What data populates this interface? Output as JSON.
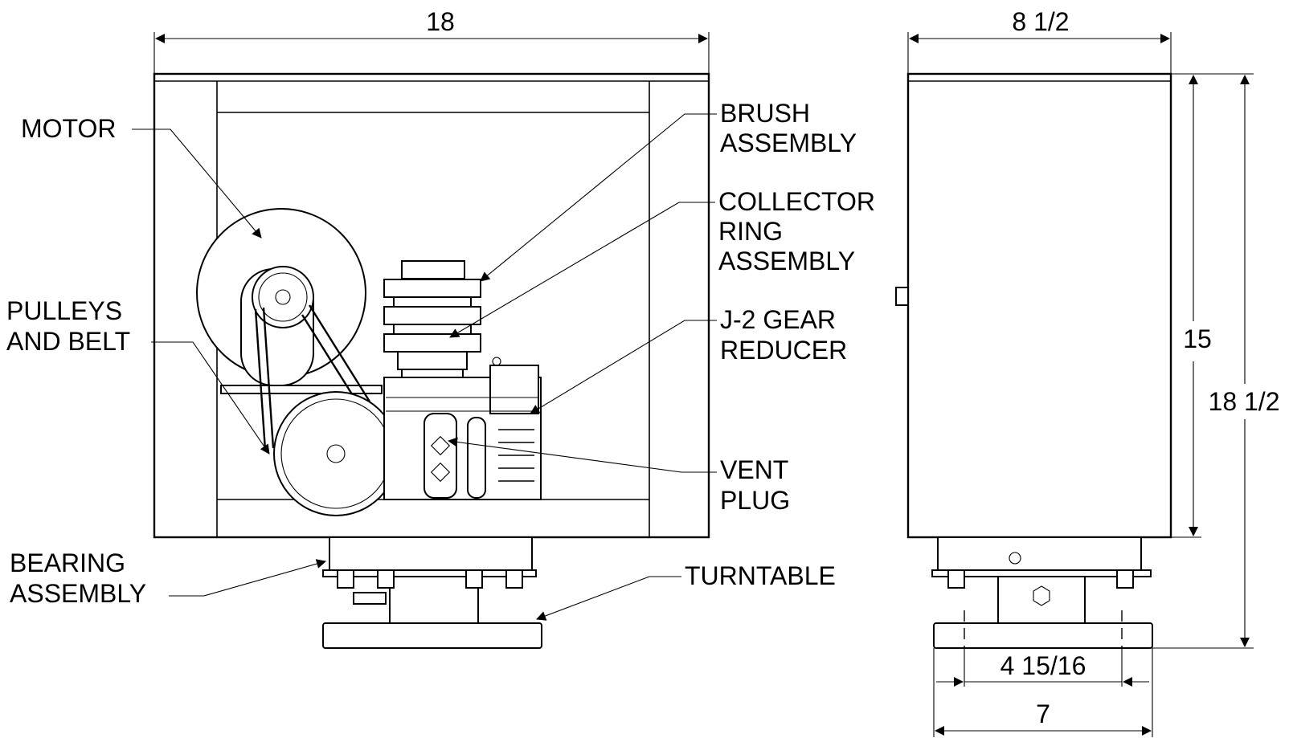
{
  "dimensions": {
    "front_width": "18",
    "side_width": "8 1/2",
    "side_height_box": "15",
    "side_height_total": "18 1/2",
    "base_inner": "4 15/16",
    "base_outer": "7"
  },
  "labels": {
    "motor": [
      "MOTOR"
    ],
    "pulleys": [
      "PULLEYS",
      "AND BELT"
    ],
    "brush": [
      "BRUSH",
      "ASSEMBLY"
    ],
    "collector": [
      "COLLECTOR",
      "RING",
      "ASSEMBLY"
    ],
    "gear": [
      "J-2 GEAR",
      "REDUCER"
    ],
    "vent": [
      "VENT",
      "PLUG"
    ],
    "bearing": [
      "BEARING",
      "ASSEMBLY"
    ],
    "turntable": [
      "TURNTABLE"
    ]
  }
}
